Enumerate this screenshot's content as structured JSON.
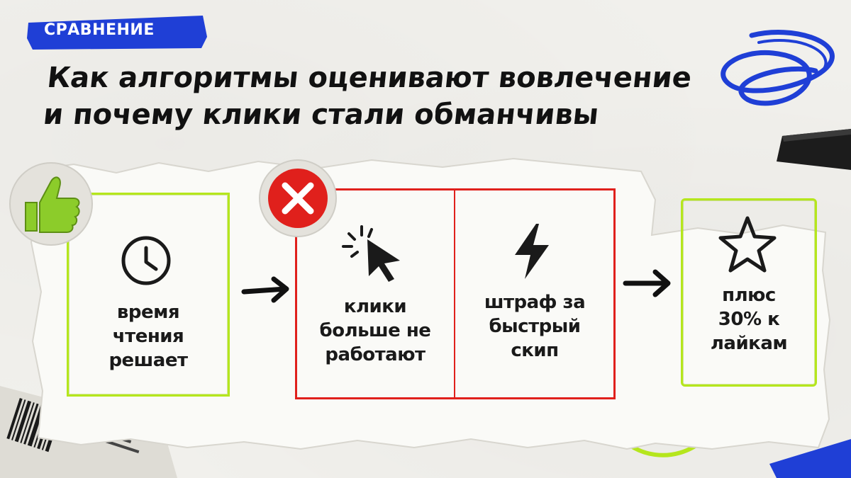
{
  "tag": {
    "label": "СРАВНЕНИЕ"
  },
  "title": {
    "line1": "Как алгоритмы оценивают вовлечение",
    "line2": "и почему клики стали обманчивы"
  },
  "steps": [
    {
      "caption_lines": [
        "время",
        "чтения",
        "решает"
      ],
      "icon": "clock-icon",
      "frame_color": "#b5e61d"
    },
    {
      "caption_lines": [
        "клики",
        "больше не",
        "работают"
      ],
      "icon": "cursor-click-icon",
      "frame_color": "#e0201c"
    },
    {
      "caption_lines": [
        "штраф за",
        "быстрый",
        "скип"
      ],
      "icon": "lightning-icon",
      "frame_color": "#e0201c"
    },
    {
      "caption_lines": [
        "плюс",
        "30% к",
        "лайкам"
      ],
      "icon": "star-icon",
      "frame_color": "#b5e61d"
    }
  ],
  "badges": {
    "positive": {
      "icon": "thumbs-up-icon",
      "color": "#8ccc2a"
    },
    "negative": {
      "icon": "cross-icon",
      "color": "#e0201c"
    }
  },
  "colors": {
    "accent_blue": "#1f3fd6",
    "accent_green": "#b5e61d",
    "accent_red": "#e0201c"
  }
}
